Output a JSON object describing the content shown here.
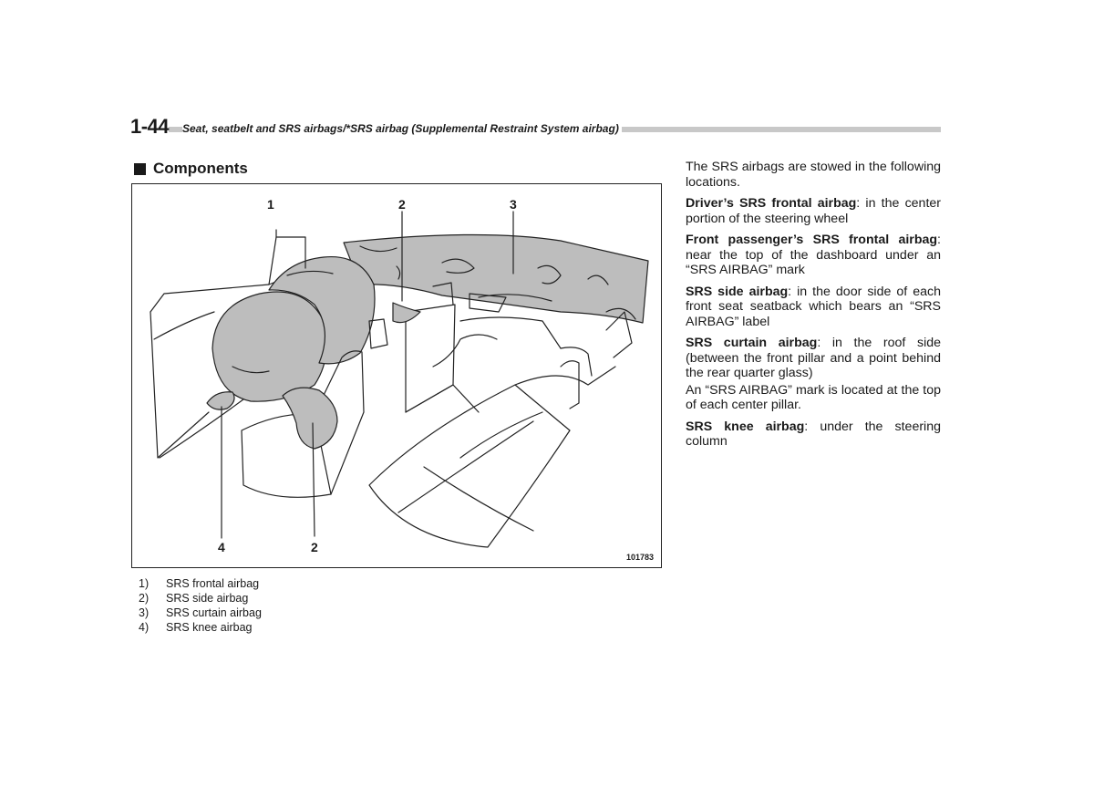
{
  "header": {
    "page_number": "1-44",
    "title": "Seat, seatbelt and SRS airbags/*SRS airbag (Supplemental Restraint System airbag)"
  },
  "section": {
    "heading": "Components"
  },
  "figure": {
    "callouts": {
      "top1": "1",
      "top2": "2",
      "top3": "3",
      "bottom4": "4",
      "bottom2": "2"
    },
    "image_id": "101783"
  },
  "legend": [
    {
      "num": "1)",
      "label": "SRS frontal airbag"
    },
    {
      "num": "2)",
      "label": "SRS side airbag"
    },
    {
      "num": "3)",
      "label": "SRS curtain airbag"
    },
    {
      "num": "4)",
      "label": "SRS knee airbag"
    }
  ],
  "body": {
    "intro": "The SRS airbags are stowed in the following locations.",
    "items": [
      {
        "term": "Driver’s SRS frontal airbag",
        "text": ": in the center portion of the steering wheel"
      },
      {
        "term": "Front passenger’s SRS frontal airbag",
        "text": ": near the top of the dashboard under an “SRS AIRBAG” mark"
      },
      {
        "term": "SRS side airbag",
        "text": ": in the door side of each front seat seatback which bears an “SRS AIRBAG” label"
      },
      {
        "term": "SRS curtain airbag",
        "text": ": in the roof side (between the front pillar and a point behind the rear quarter glass)"
      },
      {
        "term": "SRS knee airbag",
        "text": ": under the steering column"
      }
    ],
    "note": "An “SRS AIRBAG” mark is located at the top of each center pillar."
  }
}
